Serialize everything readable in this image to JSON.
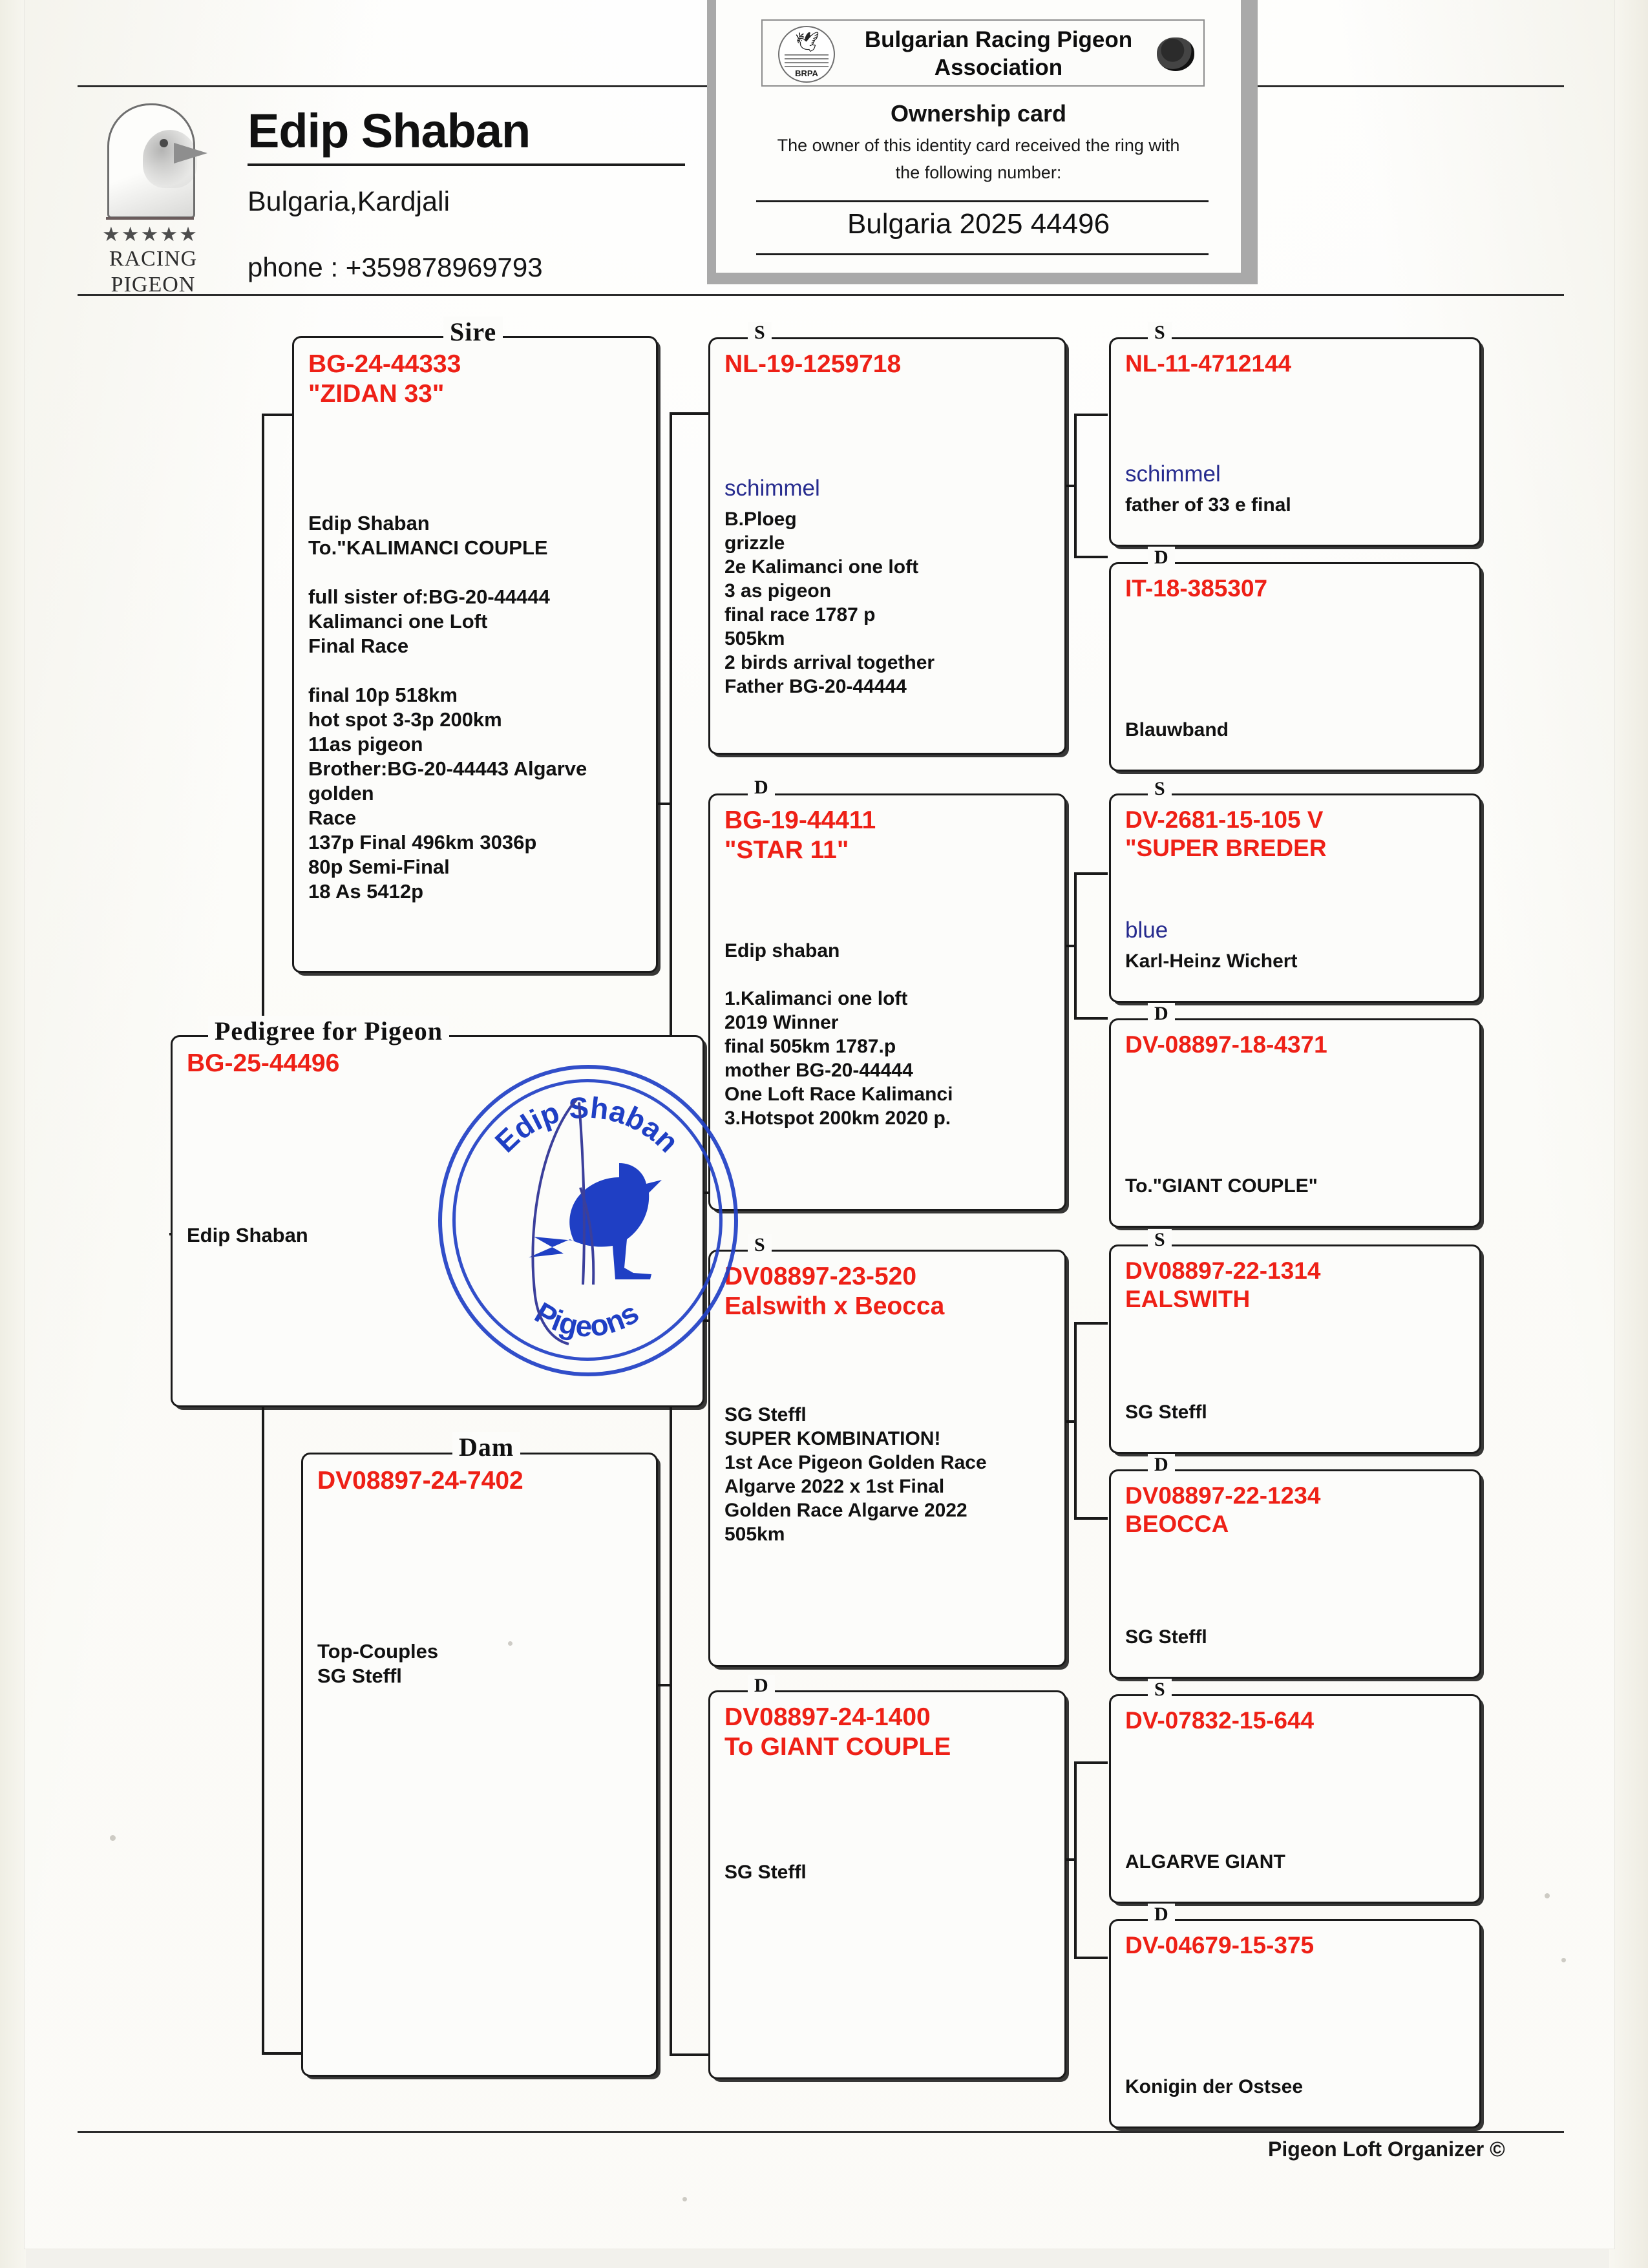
{
  "header": {
    "owner_name": "Edip Shaban",
    "location": "Bulgaria,Kardjali",
    "phone": "phone : +359878969793",
    "logo": {
      "stars": "★★★★★",
      "word1": "RACING",
      "word2": "PIGEON"
    }
  },
  "ownership_card": {
    "association": "Bulgarian Racing Pigeon\nAssociation",
    "seal_abbr": "BRPA",
    "title": "Ownership card",
    "line1": "The owner of this identity card received the ring with",
    "line2": "the following number:",
    "ring_number": "Bulgaria 2025 44496"
  },
  "stamp": {
    "top_text": "Edip Shaban",
    "bottom_text": "Pigeons"
  },
  "footer": "Pigeon Loft Organizer ©",
  "colors": {
    "ring_red": "#ee2016",
    "note_black": "#111111",
    "accent_blue": "#262b8e",
    "stamp_blue": "#1f3fc4"
  },
  "pedigree": {
    "subject": {
      "caption": "Pedigree for Pigeon",
      "ring": "BG-25-44496",
      "notes": "Edip Shaban"
    },
    "sire": {
      "caption": "Sire",
      "ring": "BG-24-44333\n\"ZIDAN 33\"",
      "notes": "Edip Shaban\nTo.\"KALIMANCI COUPLE\n\nfull sister of:BG-20-44444\nKalimanci one Loft\nFinal Race\n\nfinal 10p  518km\nhot spot 3-3p 200km\n11as pigeon\nBrother:BG-20-44443 Algarve\ngolden\nRace\n137p Final 496km 3036p\n80p Semi-Final\n18 As 5412p"
    },
    "dam": {
      "caption": "Dam",
      "ring": "DV08897-24-7402",
      "notes": "Top-Couples\nSG Steffl"
    },
    "gen2": [
      {
        "caption": "S",
        "ring": "NL-19-1259718",
        "color_note": "schimmel",
        "notes": "B.Ploeg\ngrizzle\n2e Kalimanci one loft\n3 as pigeon\nfinal race 1787 p\n505km\n2 birds arrival together\nFather  BG-20-44444"
      },
      {
        "caption": "D",
        "ring": "BG-19-44411\n\"STAR 11\"",
        "color_note": "",
        "notes": "Edip shaban\n\n1.Kalimanci one loft\n2019 Winner\nfinal 505km 1787.p\nmother  BG-20-44444\nOne Loft Race Kalimanci\n3.Hotspot 200km 2020 p."
      },
      {
        "caption": "S",
        "ring": "DV08897-23-520\nEalswith x Beocca",
        "color_note": "",
        "notes": "SG Steffl\nSUPER KOMBINATION!\n1st Ace Pigeon Golden Race\nAlgarve 2022 x 1st Final\nGolden Race Algarve 2022\n505km"
      },
      {
        "caption": "D",
        "ring": "DV08897-24-1400\nTo GIANT COUPLE",
        "color_note": "",
        "notes": "SG Steffl"
      }
    ],
    "gen3": [
      {
        "caption": "S",
        "ring": "NL-11-4712144",
        "color_note": "schimmel",
        "notes": "father of 33 e final"
      },
      {
        "caption": "D",
        "ring": "IT-18-385307",
        "color_note": "",
        "notes": "Blauwband"
      },
      {
        "caption": "S",
        "ring": "DV-2681-15-105 V\n\"SUPER BREDER",
        "color_note": "blue",
        "notes": "Karl-Heinz Wichert"
      },
      {
        "caption": "D",
        "ring": "DV-08897-18-4371",
        "color_note": "",
        "notes": "To.\"GIANT COUPLE\""
      },
      {
        "caption": "S",
        "ring": "DV08897-22-1314\nEALSWITH",
        "color_note": "",
        "notes": "SG Steffl"
      },
      {
        "caption": "D",
        "ring": "DV08897-22-1234\nBEOCCA",
        "color_note": "",
        "notes": "SG Steffl"
      },
      {
        "caption": "S",
        "ring": "DV-07832-15-644",
        "color_note": "",
        "notes": "ALGARVE GIANT"
      },
      {
        "caption": "D",
        "ring": "DV-04679-15-375",
        "color_note": "",
        "notes": "Konigin der Ostsee"
      }
    ]
  }
}
